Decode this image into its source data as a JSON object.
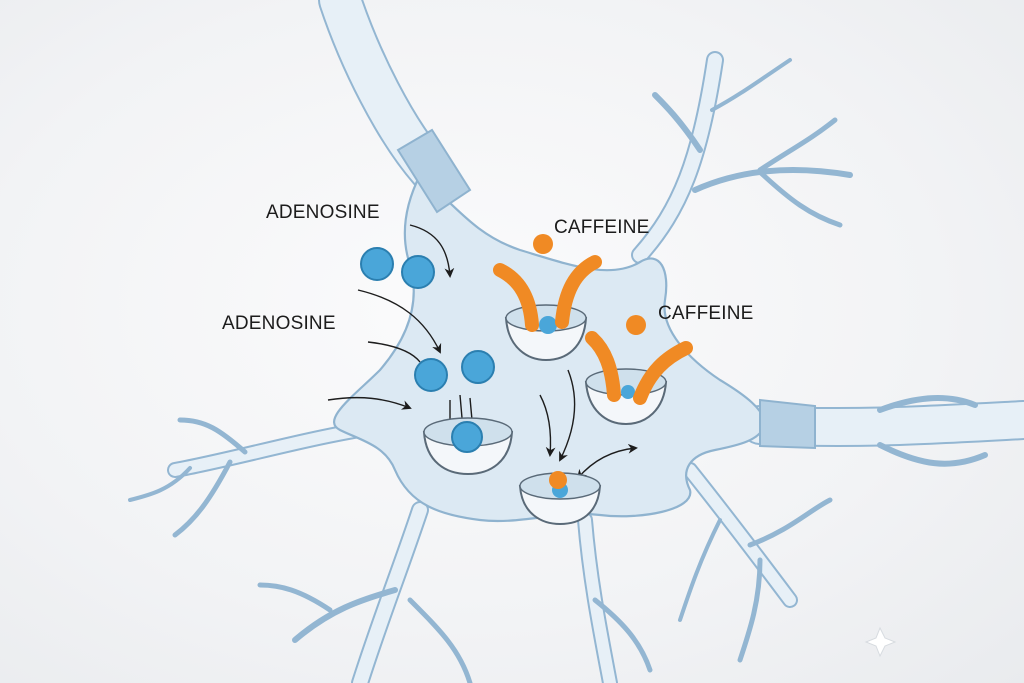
{
  "labels": {
    "adenosine_top": "ADENOSINE",
    "adenosine_mid": "ADENOSINE",
    "caffeine_top": "CAFFEINE",
    "caffeine_right": "CAFFEINE"
  },
  "colors": {
    "adenosine": "#4aa6d9",
    "caffeine": "#f08a24",
    "neuron_body": "#dce9f3",
    "neuron_outline": "#8fb3cf"
  },
  "icons": {
    "corner_mark": "sparkle-icon"
  }
}
